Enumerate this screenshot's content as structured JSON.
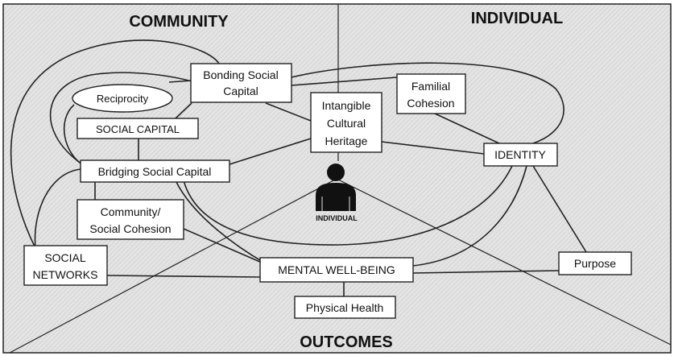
{
  "regions": {
    "community": "COMMUNITY",
    "individual": "INDIVIDUAL",
    "outcomes": "OUTCOMES"
  },
  "center": {
    "label": "INDIVIDUAL",
    "icon": "person-icon"
  },
  "nodes": {
    "bonding_social_capital": [
      "Bonding Social",
      "Capital"
    ],
    "reciprocity": [
      "Reciprocity"
    ],
    "social_capital": [
      "SOCIAL CAPITAL"
    ],
    "intangible_cultural_heritage": [
      "Intangible",
      "Cultural",
      "Heritage"
    ],
    "familial_cohesion": [
      "Familial",
      "Cohesion"
    ],
    "bridging_social_capital": [
      "Bridging Social Capital"
    ],
    "identity": [
      "IDENTITY"
    ],
    "community_social_cohesion": [
      "Community/",
      "Social Cohesion"
    ],
    "social_networks": [
      "SOCIAL",
      "NETWORKS"
    ],
    "mental_well_being": [
      "MENTAL WELL-BEING"
    ],
    "purpose": [
      "Purpose"
    ],
    "physical_health": [
      "Physical Health"
    ]
  },
  "colors": {
    "background_fill": "#e4e4e4",
    "hatch_line": "#c8c8c8",
    "stroke": "#222222",
    "box_fill": "#ffffff",
    "figure_fill": "#111111"
  }
}
